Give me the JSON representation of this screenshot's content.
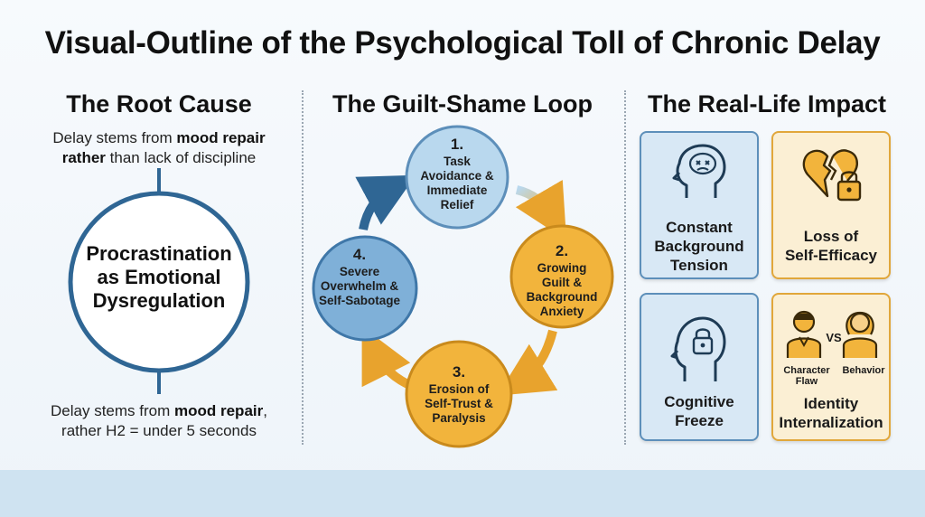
{
  "title": "Visual-Outline of the Psychological Toll of Chronic Delay",
  "root": {
    "heading": "The Root Cause",
    "top_note_a": "Delay stems from ",
    "top_note_bold_a": "mood repair",
    "top_note_bold_b": "rather",
    "top_note_b": " than lack of discipline",
    "core_line1": "Procrastination",
    "core_line2": "as Emotional",
    "core_line3": "Dysregulation",
    "bottom_note_a": "Delay stems from ",
    "bottom_note_bold": "mood repair",
    "bottom_note_b": ",",
    "bottom_note_line2": "rather H2 = under 5 seconds"
  },
  "loop": {
    "heading": "The Guilt-Shame Loop",
    "steps": [
      {
        "num": "1.",
        "lines": [
          "Task",
          "Avoidance &",
          "Immediate",
          "Relief"
        ],
        "color": "#b9d8ee"
      },
      {
        "num": "2.",
        "lines": [
          "Growing",
          "Guilt &",
          "Background",
          "Anxiety"
        ],
        "color": "#f2b43c"
      },
      {
        "num": "3.",
        "lines": [
          "Erosion of",
          "Self-Trust &",
          "Paralysis"
        ],
        "color": "#f2b43c"
      },
      {
        "num": "4.",
        "lines": [
          "Severe",
          "Overwhelm &",
          "Self-Sabotage"
        ],
        "color": "#7fb0d8"
      }
    ]
  },
  "impact": {
    "heading": "The Real-Life Impact",
    "cards": [
      {
        "label_lines": [
          "Constant",
          "Background",
          "Tension"
        ],
        "icon": "stressed-head-icon",
        "theme": "blue"
      },
      {
        "label_lines": [
          "Loss of",
          "Self-Efficacy"
        ],
        "icon": "broken-heart-lock-icon",
        "theme": "amber"
      },
      {
        "label_lines": [
          "Cognitive",
          "Freeze"
        ],
        "icon": "locked-head-icon",
        "theme": "blue"
      },
      {
        "label_lines": [
          "Identity",
          "Internalization"
        ],
        "icon": "person-vs-person-icon",
        "theme": "amber",
        "vs": "VS",
        "left_caption_1": "Character",
        "left_caption_2": "Flaw",
        "right_caption": "Behavior"
      }
    ]
  },
  "colors": {
    "blue_dark": "#2f6694",
    "blue_mid": "#5d8fba",
    "blue_light": "#b9d8ee",
    "amber": "#f2b43c",
    "amber_dark": "#c98a1c",
    "band": "#cfe3f1"
  }
}
